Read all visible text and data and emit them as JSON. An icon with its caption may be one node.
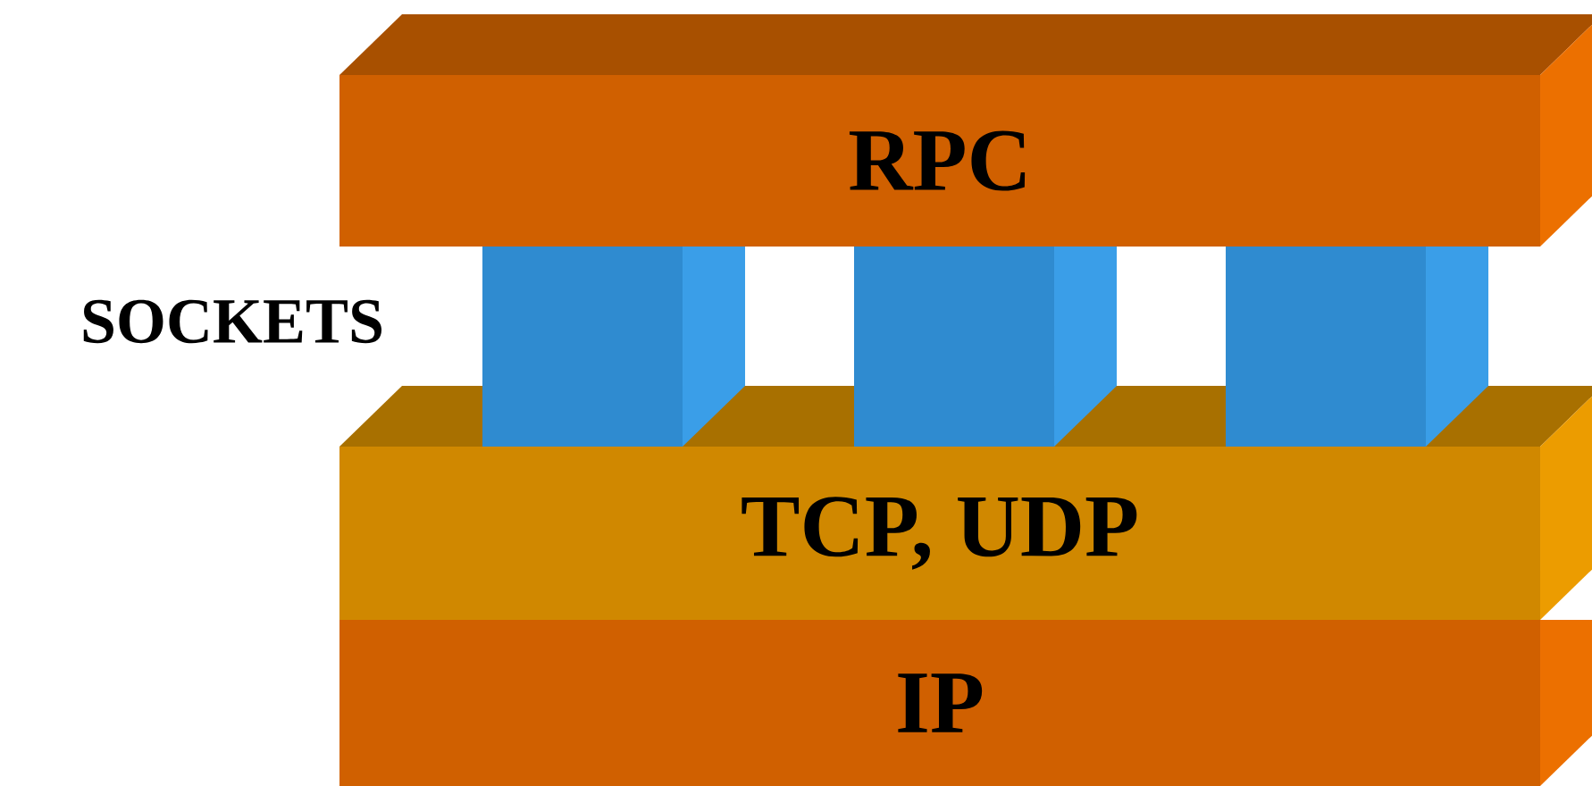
{
  "diagram": {
    "nodes": [
      {
        "text": [
          "RPC"
        ]
      },
      {
        "text": [],
        "shape": "box"
      },
      {
        "text": [],
        "shape": "box"
      },
      {
        "text": [],
        "shape": "box"
      },
      {
        "text": [
          "TCP, UDP"
        ]
      },
      {
        "text": [
          "IP"
        ]
      }
    ],
    "labels": [
      "SOCKETS"
    ]
  }
}
